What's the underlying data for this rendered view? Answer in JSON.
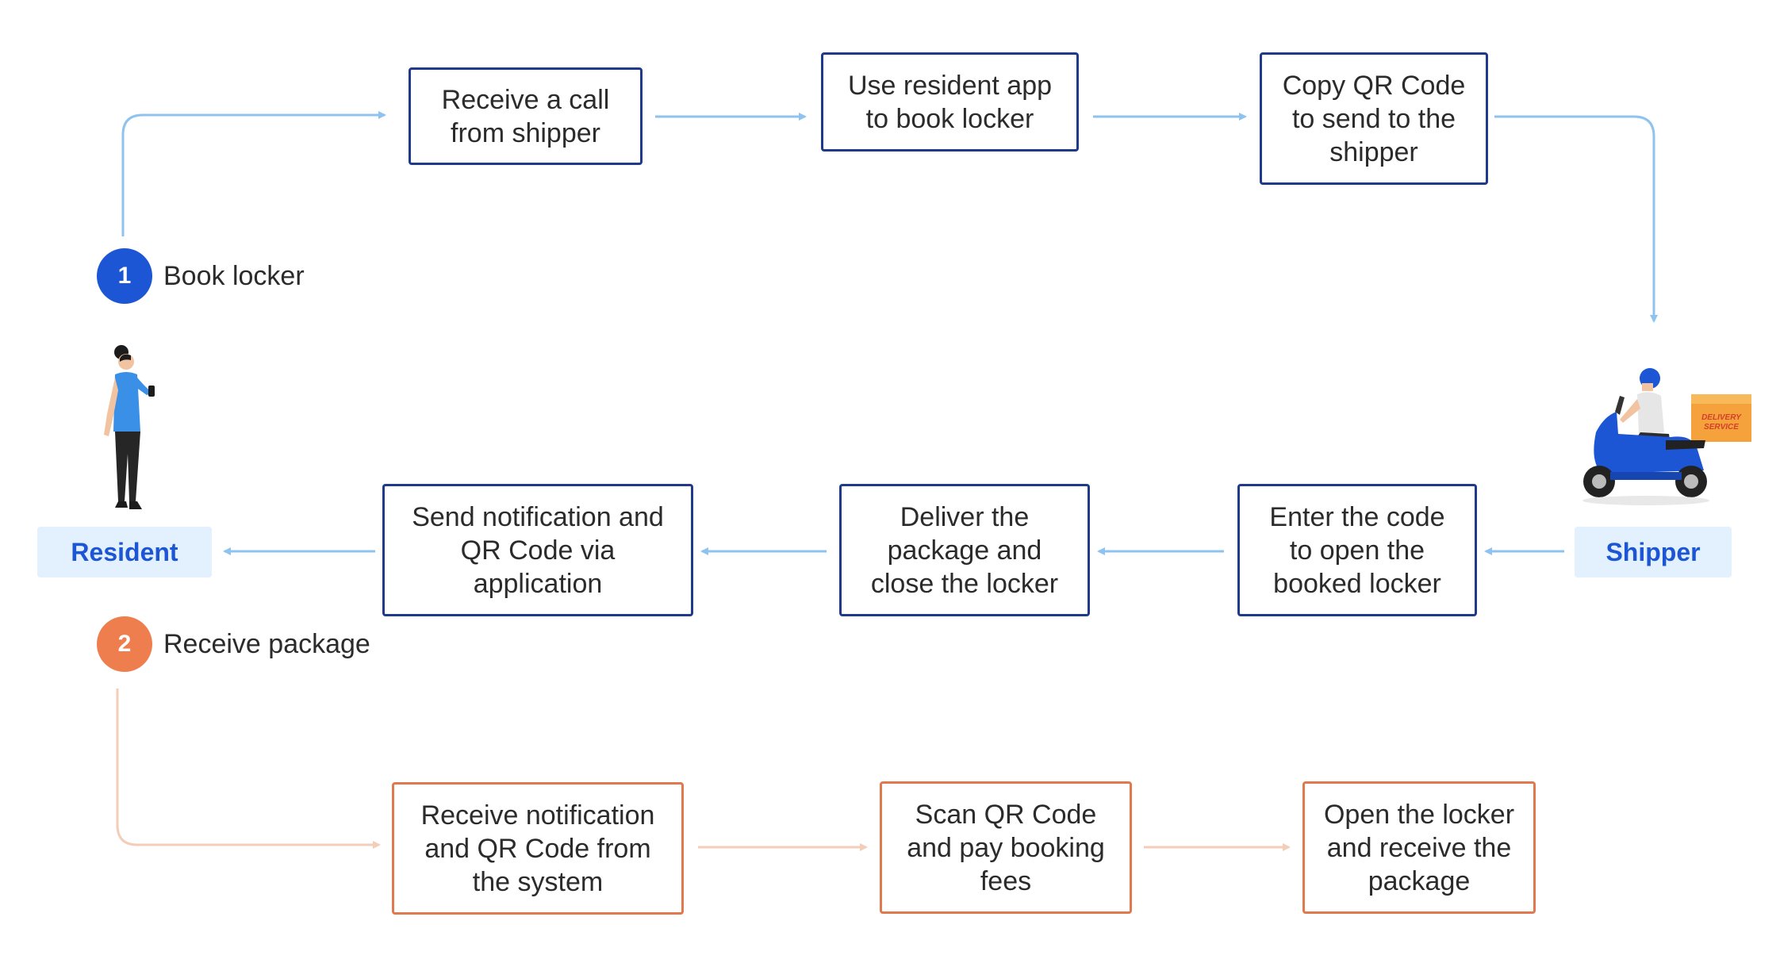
{
  "colors": {
    "blue_border": "#1f3a8a",
    "blue_arrow": "#8ec3f0",
    "orange_border": "#e07a4e",
    "orange_arrow": "#f3cdb8",
    "badge_blue": "#1d56d4",
    "badge_orange": "#ef7e4e",
    "tag_bg": "#e3f0fd",
    "tag_text": "#1d56d4"
  },
  "steps": {
    "book": {
      "number": "1",
      "label": "Book locker"
    },
    "receive": {
      "number": "2",
      "label": "Receive package"
    }
  },
  "actors": {
    "resident": "Resident",
    "shipper": "Shipper",
    "delivery_box_text_1": "DELIVERY",
    "delivery_box_text_2": "SERVICE"
  },
  "row1": [
    {
      "lines": [
        "Receive a call",
        "from shipper"
      ]
    },
    {
      "lines": [
        "Use resident app",
        "to book locker"
      ]
    },
    {
      "lines": [
        "Copy QR Code",
        "to send to the",
        "shipper"
      ]
    }
  ],
  "row2": [
    {
      "lines": [
        "Send notification and",
        "QR Code via",
        "application"
      ]
    },
    {
      "lines": [
        "Deliver the",
        "package and",
        "close the locker"
      ]
    },
    {
      "lines": [
        "Enter the code",
        "to open the",
        "booked locker"
      ]
    }
  ],
  "row3": [
    {
      "lines": [
        "Receive notification",
        "and QR Code from",
        "the system"
      ]
    },
    {
      "lines": [
        "Scan QR Code",
        "and pay booking",
        "fees"
      ]
    },
    {
      "lines": [
        "Open the locker",
        "and receive the",
        "package"
      ]
    }
  ]
}
